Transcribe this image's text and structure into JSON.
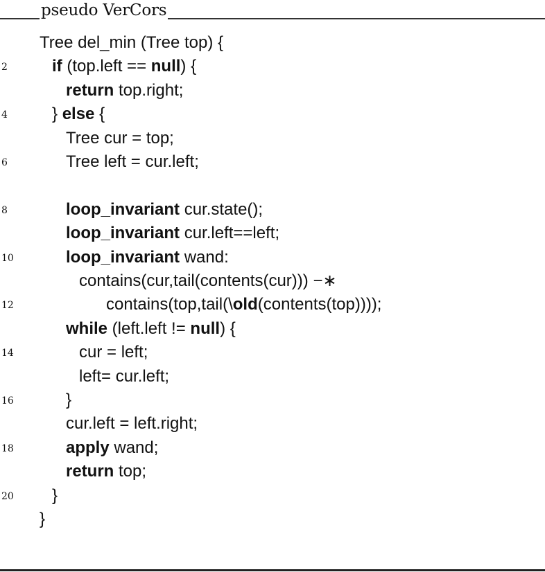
{
  "listing": {
    "title": "pseudo VerCors",
    "lines": [
      {
        "num": "",
        "indent": 57,
        "parts": [
          {
            "t": "Tree del_min (Tree top) {",
            "b": false
          }
        ]
      },
      {
        "num": "2",
        "indent": 75,
        "parts": [
          {
            "t": "if",
            "b": true
          },
          {
            "t": " (top.left == ",
            "b": false
          },
          {
            "t": "null",
            "b": true
          },
          {
            "t": ") {",
            "b": false
          }
        ]
      },
      {
        "num": "",
        "indent": 95,
        "parts": [
          {
            "t": "return",
            "b": true
          },
          {
            "t": " top.right;",
            "b": false
          }
        ]
      },
      {
        "num": "4",
        "indent": 75,
        "parts": [
          {
            "t": "} ",
            "b": false
          },
          {
            "t": "else",
            "b": true
          },
          {
            "t": " {",
            "b": false
          }
        ]
      },
      {
        "num": "",
        "indent": 95,
        "parts": [
          {
            "t": "Tree cur = top;",
            "b": false
          }
        ]
      },
      {
        "num": "6",
        "indent": 95,
        "parts": [
          {
            "t": "Tree left = cur.left;",
            "b": false
          }
        ]
      },
      {
        "num": "",
        "indent": 95,
        "parts": [
          {
            "t": "",
            "b": false
          }
        ]
      },
      {
        "num": "8",
        "indent": 95,
        "parts": [
          {
            "t": "loop_invariant",
            "b": true
          },
          {
            "t": " cur.state();",
            "b": false
          }
        ]
      },
      {
        "num": "",
        "indent": 95,
        "parts": [
          {
            "t": "loop_invariant",
            "b": true
          },
          {
            "t": " cur.left==left;",
            "b": false
          }
        ]
      },
      {
        "num": "10",
        "indent": 95,
        "parts": [
          {
            "t": "loop_invariant",
            "b": true
          },
          {
            "t": " wand:",
            "b": false
          }
        ]
      },
      {
        "num": "",
        "indent": 114,
        "parts": [
          {
            "t": "contains(cur,tail(contents(cur))) −∗",
            "b": false
          }
        ]
      },
      {
        "num": "12",
        "indent": 153,
        "parts": [
          {
            "t": "contains(top,tail(\\",
            "b": false
          },
          {
            "t": "old",
            "b": true
          },
          {
            "t": "(contents(top))));",
            "b": false
          }
        ]
      },
      {
        "num": "",
        "indent": 95,
        "parts": [
          {
            "t": "while",
            "b": true
          },
          {
            "t": " (left.left != ",
            "b": false
          },
          {
            "t": "null",
            "b": true
          },
          {
            "t": ") {",
            "b": false
          }
        ]
      },
      {
        "num": "14",
        "indent": 114,
        "parts": [
          {
            "t": "cur = left;",
            "b": false
          }
        ]
      },
      {
        "num": "",
        "indent": 114,
        "parts": [
          {
            "t": "left= cur.left;",
            "b": false
          }
        ]
      },
      {
        "num": "16",
        "indent": 95,
        "parts": [
          {
            "t": "}",
            "b": false
          }
        ]
      },
      {
        "num": "",
        "indent": 95,
        "parts": [
          {
            "t": "cur.left = left.right;",
            "b": false
          }
        ]
      },
      {
        "num": "18",
        "indent": 95,
        "parts": [
          {
            "t": "apply",
            "b": true
          },
          {
            "t": " wand;",
            "b": false
          }
        ]
      },
      {
        "num": "",
        "indent": 95,
        "parts": [
          {
            "t": "return",
            "b": true
          },
          {
            "t": " top;",
            "b": false
          }
        ]
      },
      {
        "num": "20",
        "indent": 75,
        "parts": [
          {
            "t": "}",
            "b": false
          }
        ]
      },
      {
        "num": "",
        "indent": 57,
        "parts": [
          {
            "t": "}",
            "b": false
          }
        ]
      }
    ]
  }
}
